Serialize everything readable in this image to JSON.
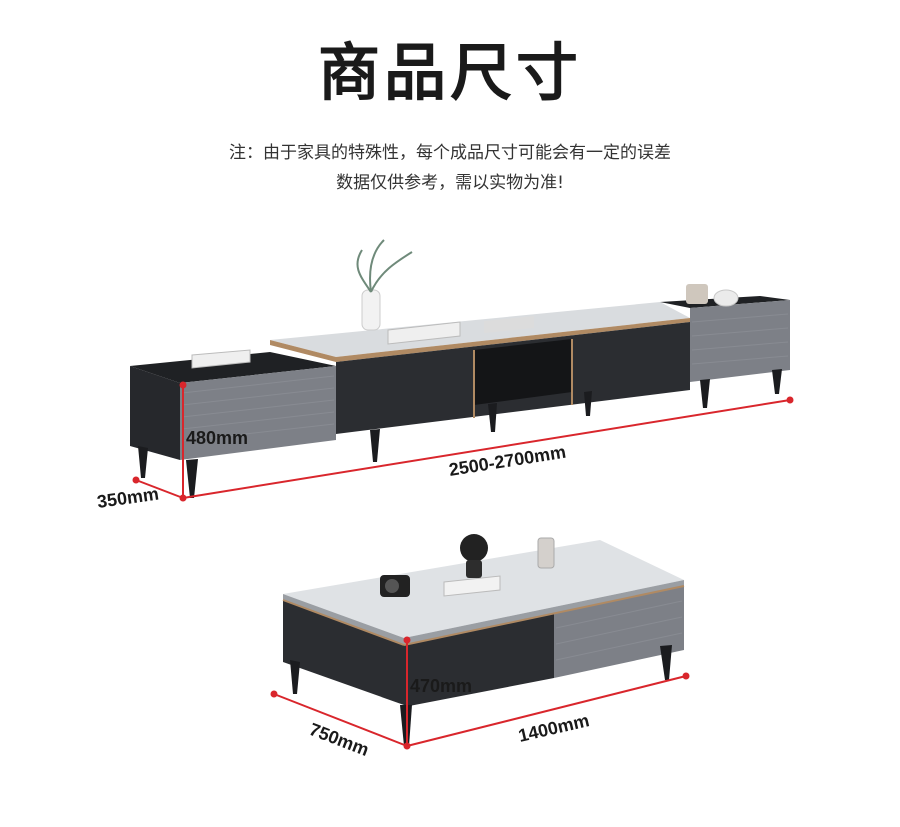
{
  "header": {
    "title": "商品尺寸",
    "note_line1": "注：由于家具的特殊性，每个成品尺寸可能会有一定的误差",
    "note_line2": "数据仅供参考，需以实物为准!"
  },
  "tv_cabinet": {
    "height_label": "480mm",
    "width_label": "2500-2700mm",
    "depth_label": "350mm"
  },
  "coffee_table": {
    "height_label": "470mm",
    "width_label": "1400mm",
    "depth_label": "750mm"
  },
  "colors": {
    "dimension_line": "#d9262c",
    "cabinet_dark": "#2b2d31",
    "panel_grey": "#7d8087",
    "marble_top": "#d9dcdf",
    "gold_trim": "#b08a63"
  }
}
